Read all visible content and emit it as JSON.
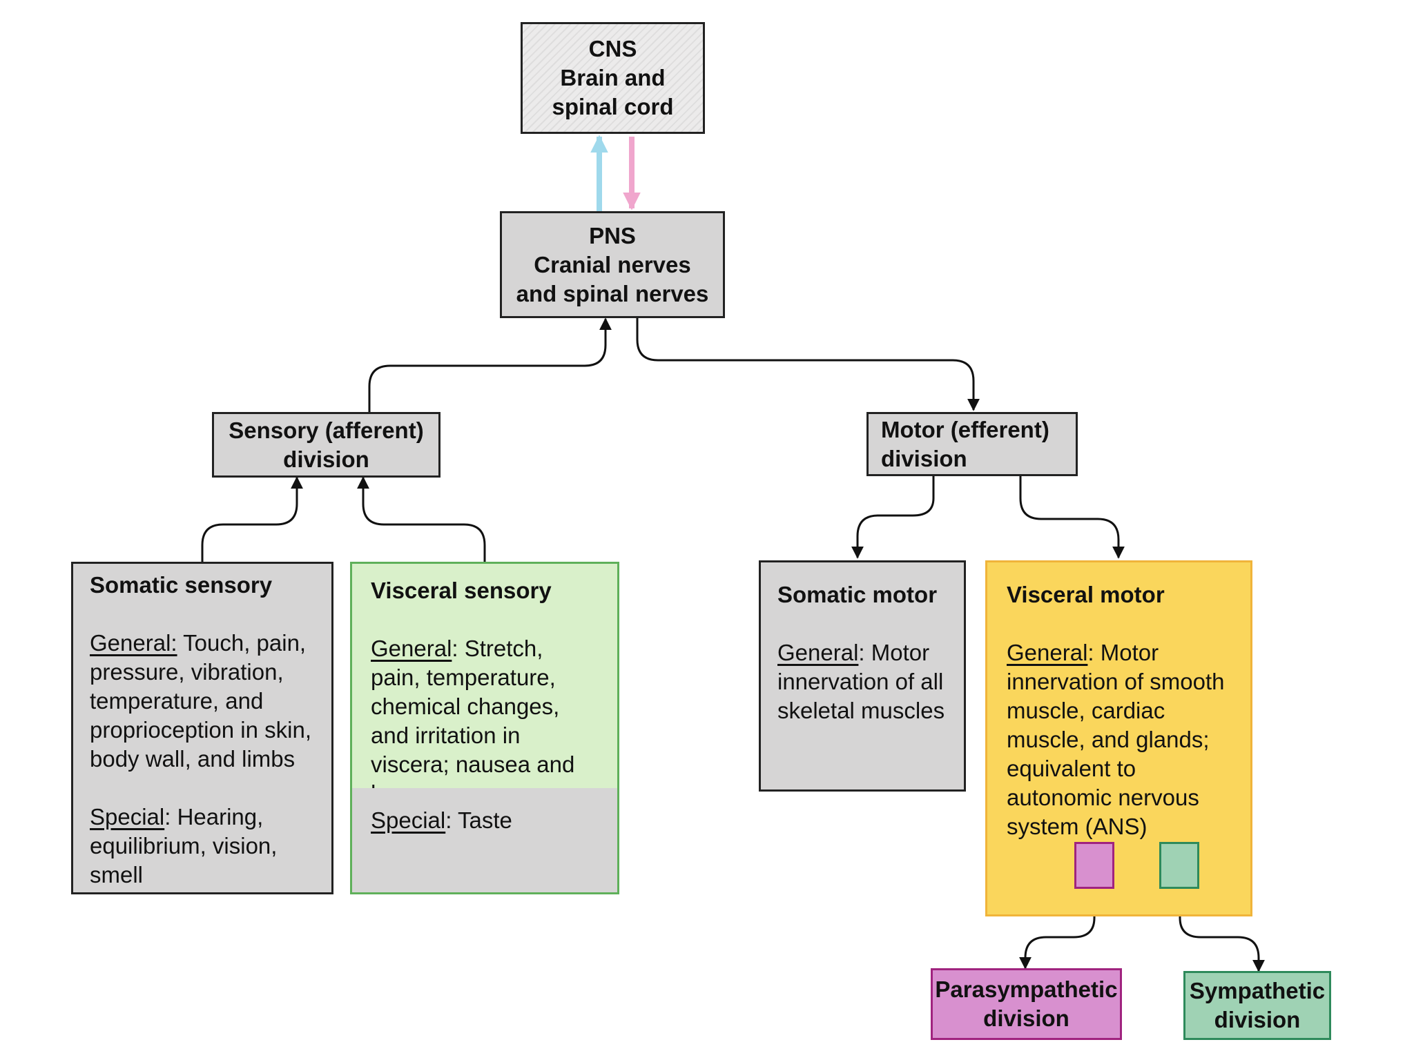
{
  "cns": {
    "line1": "CNS",
    "line2": "Brain and",
    "line3": "spinal cord"
  },
  "pns": {
    "line1": "PNS",
    "line2": "Cranial nerves",
    "line3": "and spinal nerves"
  },
  "sensory": {
    "line1": "Sensory (afferent)",
    "line2": "division"
  },
  "motor": {
    "line1": "Motor (efferent)",
    "line2": "division"
  },
  "somatic_sensory": {
    "title": "Somatic sensory",
    "general_label": "General:",
    "general_text": " Touch, pain, pressure, vibration, temperature, and proprioception in skin, body wall, and limbs",
    "special_label": "Special",
    "special_text": ": Hearing, equilibrium, vision, smell"
  },
  "visceral_sensory": {
    "title": "Visceral sensory",
    "general_label": "General",
    "general_text": ": Stretch, pain, temperature, chemical changes, and irritation in viscera; nausea and hunger",
    "special_label": "Special",
    "special_text": ": Taste"
  },
  "somatic_motor": {
    "title": "Somatic motor",
    "general_label": "General",
    "general_text": ": Motor innervation of all skeletal muscles"
  },
  "visceral_motor": {
    "title": "Visceral motor",
    "general_label": "General",
    "general_text": ": Motor innervation of smooth muscle, cardiac muscle, and glands; equivalent to autonomic nervous system (ANS)"
  },
  "parasympathetic": {
    "line1": "Parasympathetic",
    "line2": "division"
  },
  "sympathetic": {
    "line1": "Sympathetic",
    "line2": "division"
  },
  "colors": {
    "afferent_arrow": "#9fd9ec",
    "efferent_arrow": "#f0a6cd",
    "visceral_sensory_fill": "#d9efca",
    "visceral_motor_fill": "#fad65c",
    "parasympathetic_fill": "#d890cf",
    "sympathetic_fill": "#9fd2b4",
    "box_fill": "#d6d5d5"
  }
}
